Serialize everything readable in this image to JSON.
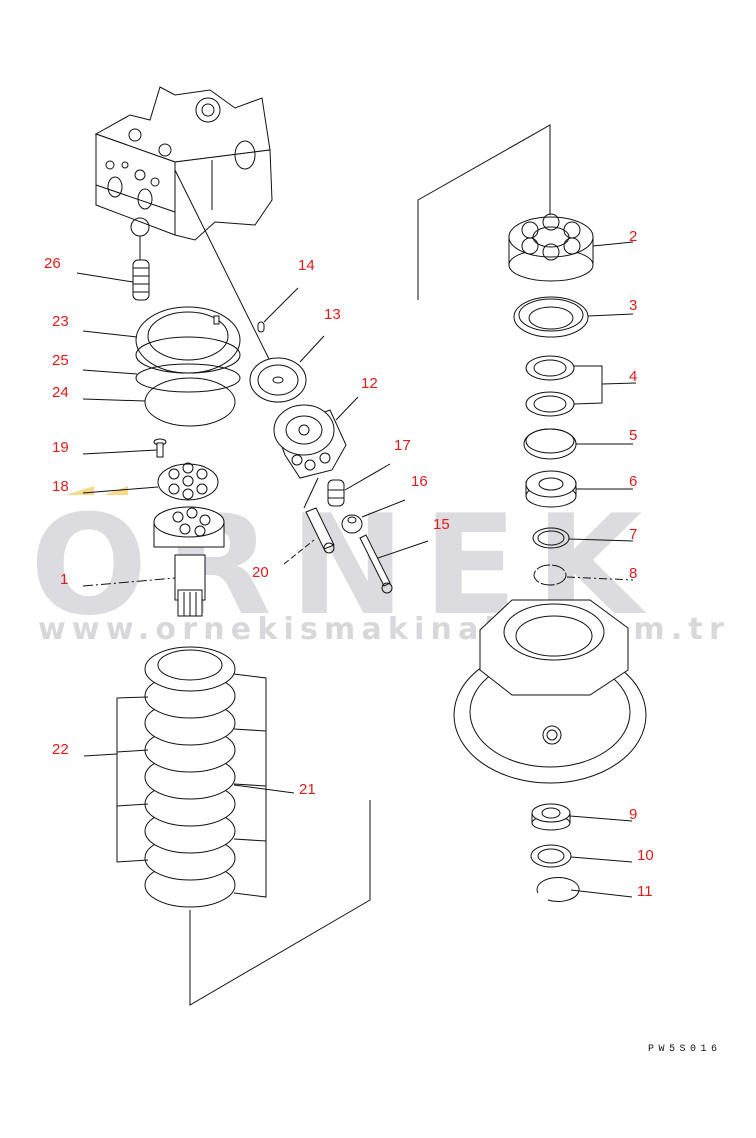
{
  "diagram": {
    "type": "exploded parts diagram",
    "subject": "Hydraulic swing motor assembly",
    "drawing_code": "PW5S016",
    "watermark": {
      "brand": "ORNEK",
      "url": "www.ornekismakinalari.com.tr",
      "brand_color": "#dcdce0",
      "accent_color": "#f7d98a"
    },
    "callout_color": "#e21b1b",
    "callouts": [
      {
        "id": "1",
        "label": "1"
      },
      {
        "id": "2",
        "label": "2"
      },
      {
        "id": "3",
        "label": "3"
      },
      {
        "id": "4",
        "label": "4"
      },
      {
        "id": "5",
        "label": "5"
      },
      {
        "id": "6",
        "label": "6"
      },
      {
        "id": "7",
        "label": "7"
      },
      {
        "id": "8",
        "label": "8"
      },
      {
        "id": "9",
        "label": "9"
      },
      {
        "id": "10",
        "label": "10"
      },
      {
        "id": "11",
        "label": "11"
      },
      {
        "id": "12",
        "label": "12"
      },
      {
        "id": "13",
        "label": "13"
      },
      {
        "id": "14",
        "label": "14"
      },
      {
        "id": "15",
        "label": "15"
      },
      {
        "id": "16",
        "label": "16"
      },
      {
        "id": "17",
        "label": "17"
      },
      {
        "id": "18",
        "label": "18"
      },
      {
        "id": "19",
        "label": "19"
      },
      {
        "id": "20",
        "label": "20"
      },
      {
        "id": "21",
        "label": "21"
      },
      {
        "id": "22",
        "label": "22"
      },
      {
        "id": "23",
        "label": "23"
      },
      {
        "id": "24",
        "label": "24"
      },
      {
        "id": "25",
        "label": "25"
      },
      {
        "id": "26",
        "label": "26"
      }
    ]
  }
}
